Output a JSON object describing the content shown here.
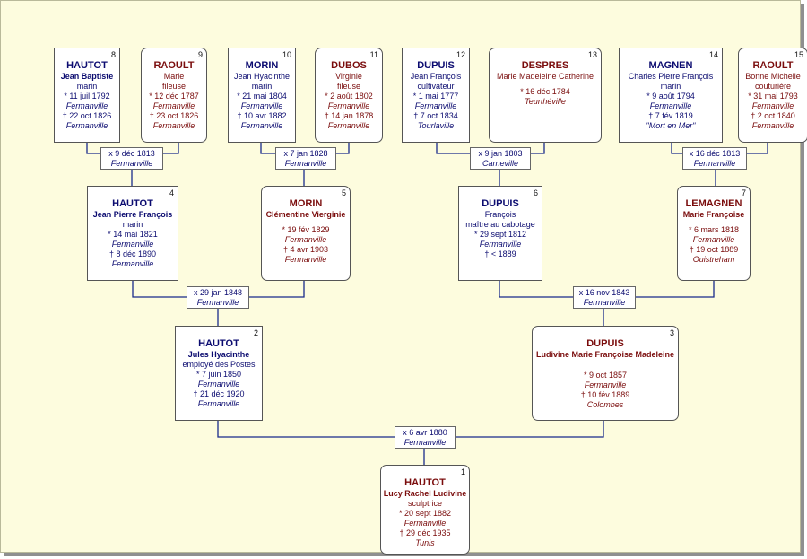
{
  "people": {
    "p1": {
      "num": "1",
      "surname": "HAUTOT",
      "given": "Lucy Rachel Ludivine",
      "occupation": "sculptrice",
      "birth": "* 20 sept 1882",
      "birth_place": "Fermanville",
      "death": "† 29 déc 1935",
      "death_place": "Tunis"
    },
    "p2": {
      "num": "2",
      "surname": "HAUTOT",
      "given": "Jules Hyacinthe",
      "occupation": "employé des Postes",
      "birth": "* 7 juin 1850",
      "birth_place": "Fermanville",
      "death": "† 21 déc 1920",
      "death_place": "Fermanville"
    },
    "p3": {
      "num": "3",
      "surname": "DUPUIS",
      "given": "Ludivine Marie Françoise Madeleine",
      "occupation": "",
      "birth": "* 9 oct 1857",
      "birth_place": "Fermanville",
      "death": "† 10 fév 1889",
      "death_place": "Colombes"
    },
    "p4": {
      "num": "4",
      "surname": "HAUTOT",
      "given": "Jean Pierre François",
      "occupation": "marin",
      "birth": "* 14 mai 1821",
      "birth_place": "Fermanville",
      "death": "† 8 déc 1890",
      "death_place": "Fermanville"
    },
    "p5": {
      "num": "5",
      "surname": "MORIN",
      "given": "Clémentine Vierginie",
      "occupation": "",
      "birth": "* 19 fév 1829",
      "birth_place": "Fermanville",
      "death": "† 4 avr 1903",
      "death_place": "Fermanville"
    },
    "p6": {
      "num": "6",
      "surname": "DUPUIS",
      "given": "François",
      "occupation": "maître au cabotage",
      "birth": "* 29 sept 1812",
      "birth_place": "Fermanville",
      "death": "† < 1889",
      "death_place": ""
    },
    "p7": {
      "num": "7",
      "surname": "LEMAGNEN",
      "given": "Marie Françoise",
      "occupation": "",
      "birth": "* 6 mars 1818",
      "birth_place": "Fermanville",
      "death": "† 19 oct 1889",
      "death_place": "Ouistreham"
    },
    "p8": {
      "num": "8",
      "surname": "HAUTOT",
      "given": "Jean Baptiste",
      "occupation": "marin",
      "birth": "* 11 juil 1792",
      "birth_place": "Fermanville",
      "death": "† 22 oct 1826",
      "death_place": "Fermanville"
    },
    "p9": {
      "num": "9",
      "surname": "RAOULT",
      "given": "Marie",
      "occupation": "fileuse",
      "birth": "* 12 déc 1787",
      "birth_place": "Fermanville",
      "death": "† 23 oct 1826",
      "death_place": "Fermanville"
    },
    "p10": {
      "num": "10",
      "surname": "MORIN",
      "given": "Jean Hyacinthe",
      "occupation": "marin",
      "birth": "* 21 mai 1804",
      "birth_place": "Fermanville",
      "death": "† 10 avr 1882",
      "death_place": "Fermanville"
    },
    "p11": {
      "num": "11",
      "surname": "DUBOS",
      "given": "Virginie",
      "occupation": "fileuse",
      "birth": "* 2 août 1802",
      "birth_place": "Fermanville",
      "death": "† 14 jan 1878",
      "death_place": "Fermanville"
    },
    "p12": {
      "num": "12",
      "surname": "DUPUIS",
      "given": "Jean François",
      "occupation": "cultivateur",
      "birth": "* 1 mai 1777",
      "birth_place": "Fermanville",
      "death": "† 7 oct 1834",
      "death_place": "Tourlaville"
    },
    "p13": {
      "num": "13",
      "surname": "DESPRES",
      "given": "Marie Madeleine Catherine",
      "occupation": "",
      "birth": "* 16 déc 1784",
      "birth_place": "Teurthéville",
      "death": "",
      "death_place": ""
    },
    "p14": {
      "num": "14",
      "surname": "MAGNEN",
      "given": "Charles Pierre François",
      "occupation": "marin",
      "birth": "* 9 août 1794",
      "birth_place": "Fermanville",
      "death": "† 7 fév 1819",
      "death_place": "\"Mort en Mer\""
    },
    "p15": {
      "num": "15",
      "surname": "RAOULT",
      "given": "Bonne Michelle",
      "occupation": "couturière",
      "birth": "* 31 mai 1793",
      "birth_place": "Fermanville",
      "death": "† 2 oct 1840",
      "death_place": "Fermanville"
    }
  },
  "marriages": {
    "m1": {
      "date": "x 6 avr 1880",
      "place": "Fermanville"
    },
    "m2": {
      "date": "x 29 jan 1848",
      "place": "Fermanville"
    },
    "m3": {
      "date": "x 16 nov 1843",
      "place": "Fermanville"
    },
    "m4": {
      "date": "x 9 déc 1813",
      "place": "Fermanville"
    },
    "m5": {
      "date": "x 7 jan 1828",
      "place": "Fermanville"
    },
    "m6": {
      "date": "x 9 jan 1803",
      "place": "Carneville"
    },
    "m7": {
      "date": "x 16 déc 1813",
      "place": "Fermanville"
    }
  },
  "colors": {
    "male": "#0b0b70",
    "female": "#7a0c0c",
    "background": "#fdfcde",
    "line": "#1a2a8a"
  }
}
